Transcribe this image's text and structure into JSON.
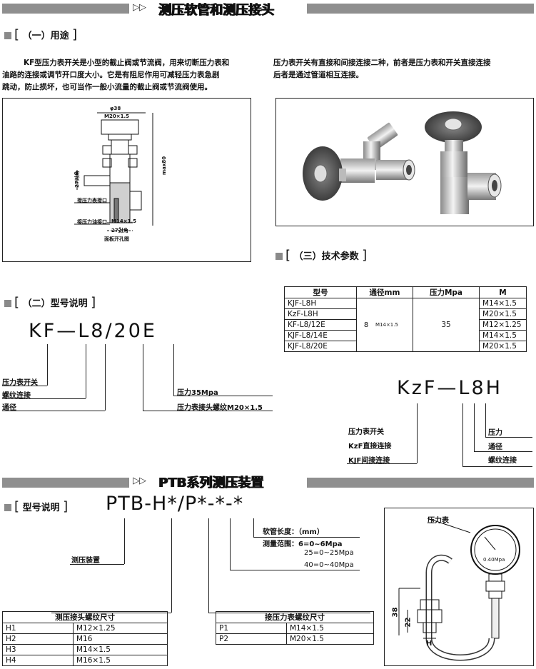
{
  "banner1": {
    "arrows": "▷▷",
    "title": "测压软管和测压接头"
  },
  "sec1": {
    "label": "（一）用途"
  },
  "para_left": [
    "KF型压力表开关是小型的截止阀或节流阀，用来切断压力表和",
    "油路的连接或调节开口度大小。它是有阻尼作用可减轻压力表急剧",
    "跳动，防止损坏，也可当作一般小流量的截止阀或节流阀使用。"
  ],
  "para_right": [
    "压力表开关有直接和间接连接二种，前者是压力表和开关直接连接",
    "后者是通过管道相互连接。"
  ],
  "drawing": {
    "dim_top": "φ38",
    "dim_thread": "M20×1.5",
    "dim_height": "max80",
    "dim_hex": "27对角",
    "port_gauge": "接压力表接口",
    "port_pressure": "接压力油接口",
    "dim_bottom_thread": "M14×1.5",
    "dim_bottom_hex": "27对角",
    "panel_hole": "面板开孔图"
  },
  "sec3": {
    "label": "（三）技术参数"
  },
  "spec_table": {
    "headers": [
      "型号",
      "通径mm",
      "压力Mpa",
      "M"
    ],
    "models": [
      "KJF-L8H",
      "KzF-L8H",
      "KF-L8/12E",
      "KJF-L8/14E",
      "KJF-L8/20E"
    ],
    "bore": "8",
    "thread": "M14×1.5",
    "pressure": "35",
    "m_values": [
      "M14×1.5",
      "M20×1.5",
      "M12×1.25",
      "M14×1.5",
      "M20×1.5"
    ]
  },
  "sec2": {
    "label": "（二）型号说明"
  },
  "model_kf": {
    "code": "KF—L8/20E",
    "labels": [
      "压力表开关",
      "螺纹连接",
      "通径"
    ],
    "right_labels": [
      "压力35Mpa",
      "压力表接头螺纹M20×1.5"
    ]
  },
  "model_kz": {
    "code": "KzF—L8H",
    "left_labels": [
      "压力表开关",
      "KzF直接连接",
      "KJF间接连接"
    ],
    "right_labels": [
      "压力",
      "通径",
      "螺纹连接"
    ]
  },
  "banner2": {
    "arrows": "▷▷",
    "title": "PTB系列测压装置"
  },
  "sec4": {
    "label": "型号说明"
  },
  "ptb": {
    "code": "PTB-H*/P*-*-*",
    "device_label": "测压装置",
    "right_lines": [
      "软管长度：（mm）",
      "测量范围：6=0~6Mpa",
      "25=0~25Mpa",
      "40=0~40Mpa"
    ]
  },
  "ptb_drawing": {
    "gauge_label": "压力表",
    "gauge_value": "0.40Mpa",
    "dim_38": "38",
    "dim_22": "22",
    "dim_h": "H"
  },
  "h_table": {
    "title": "测压接头螺纹尺寸",
    "rows": [
      [
        "H1",
        "M12×1.25"
      ],
      [
        "H2",
        "M16"
      ],
      [
        "H3",
        "M14×1.5"
      ],
      [
        "H4",
        "M16×1.5"
      ]
    ]
  },
  "p_table": {
    "title": "接压力表螺纹尺寸",
    "rows": [
      [
        "P1",
        "M14×1.5"
      ],
      [
        "P2",
        "M20×1.5"
      ]
    ]
  }
}
